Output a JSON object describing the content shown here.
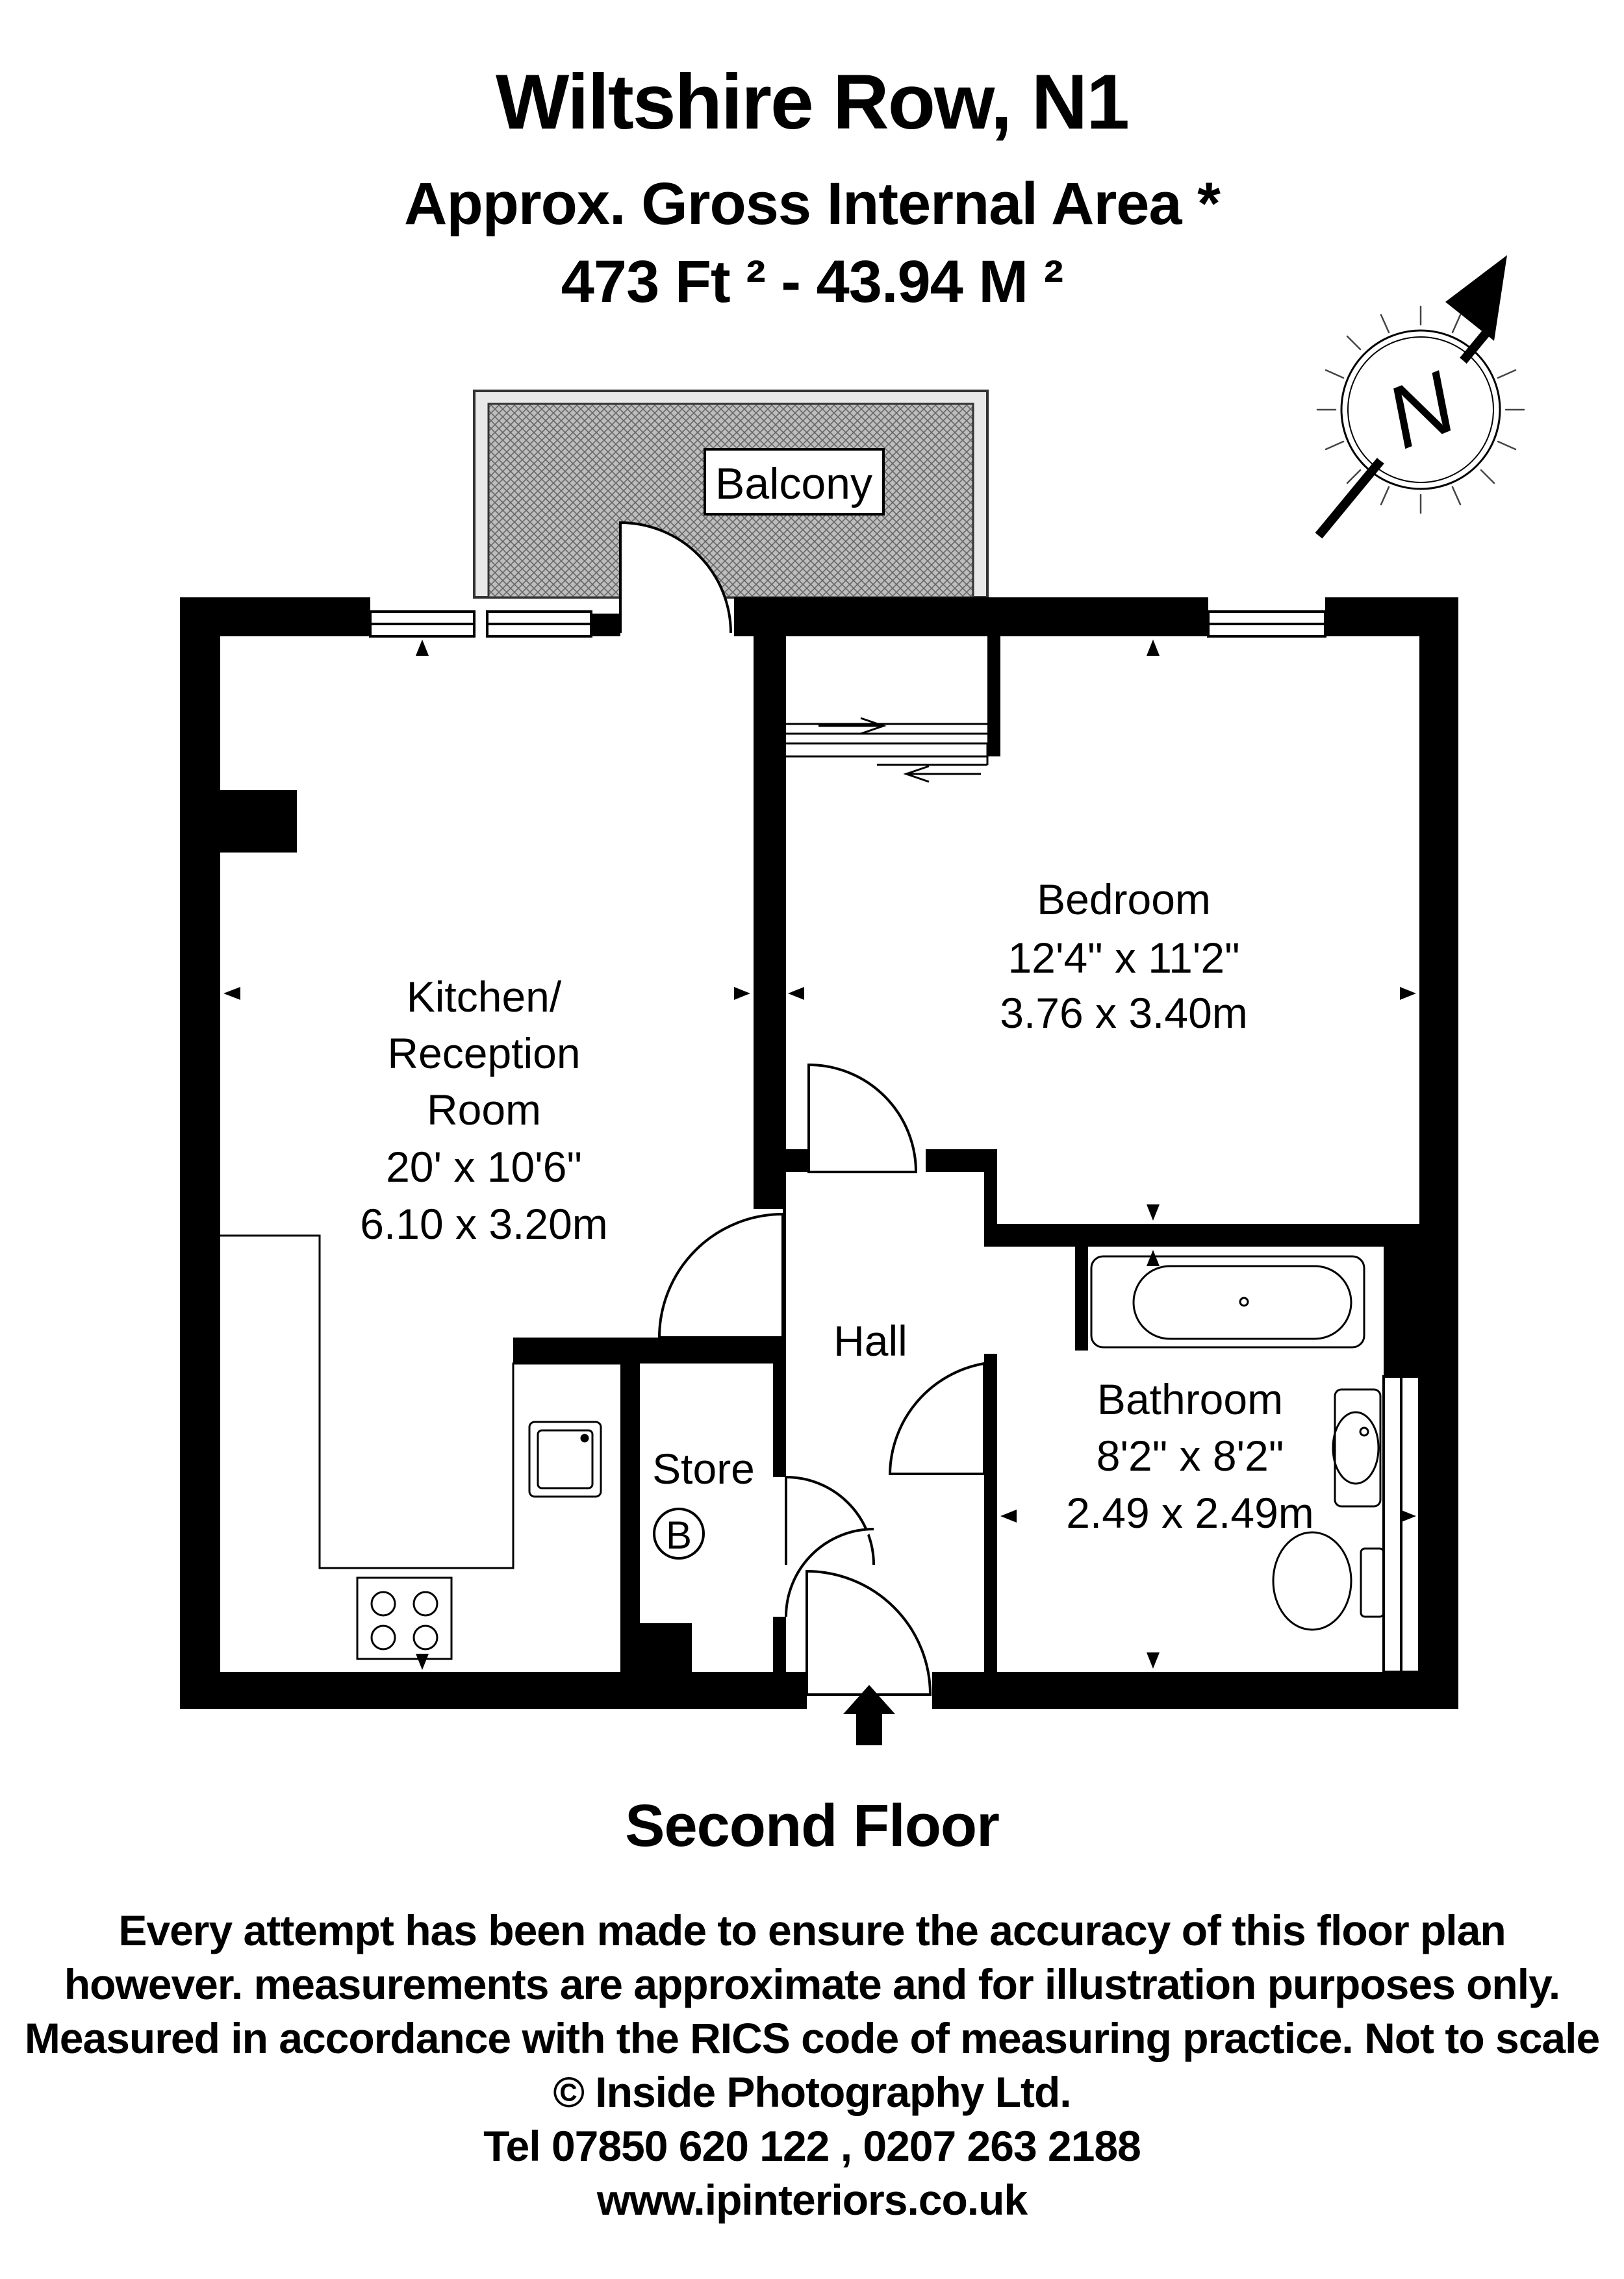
{
  "header": {
    "title": "Wiltshire Row, N1",
    "subtitle": "Approx. Gross Internal Area *",
    "area": "473 Ft ²  -  43.94 M ²"
  },
  "compass": {
    "label": "N"
  },
  "rooms": {
    "balcony": {
      "name": "Balcony"
    },
    "kitchen": {
      "name_line1": "Kitchen/",
      "name_line2": "Reception",
      "name_line3": "Room",
      "dim_imperial": "20' x 10'6\"",
      "dim_metric": "6.10 x 3.20m"
    },
    "bedroom": {
      "name": "Bedroom",
      "dim_imperial": "12'4\" x 11'2\"",
      "dim_metric": "3.76 x 3.40m"
    },
    "hall": {
      "name": "Hall"
    },
    "store": {
      "name": "Store",
      "boiler": "B"
    },
    "bathroom": {
      "name": "Bathroom",
      "dim_imperial": "8'2\" x 8'2\"",
      "dim_metric": "2.49 x 2.49m"
    }
  },
  "floor_label": "Second Floor",
  "disclaimer": {
    "line1": "Every attempt has been made to ensure the accuracy of this floor plan",
    "line2": "however. measurements are approximate and for illustration purposes only.",
    "line3": "Measured in accordance with the RICS code of measuring practice. Not to scale",
    "line4": "© Inside Photography Ltd.",
    "line5": "Tel 07850 620 122 , 0207 263 2188",
    "line6": "www.ipinteriors.co.uk"
  }
}
